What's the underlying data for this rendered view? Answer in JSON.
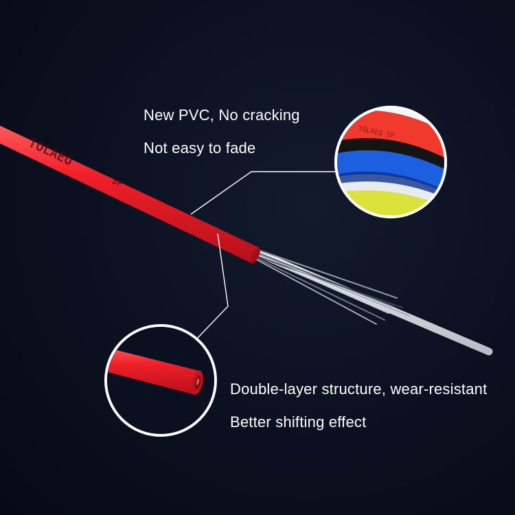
{
  "captions": {
    "top_line_1": "New PVC,  No cracking",
    "top_line_2": "Not easy to fade",
    "bottom_line_1": "Double-layer structure, wear-resistant",
    "bottom_line_2": "Better shifting effect"
  },
  "cable": {
    "brand_print": "TOLAEO",
    "brand_suffix": "SF",
    "colors": [
      "#e8202a",
      "#1f5fd8",
      "#111111",
      "#f2f2f2",
      "#d8e23a"
    ]
  },
  "colors": {
    "background": "#0b1020",
    "cable_red": "#e8202a",
    "callout_ring": "#ffffff",
    "text": "#ffffff"
  }
}
